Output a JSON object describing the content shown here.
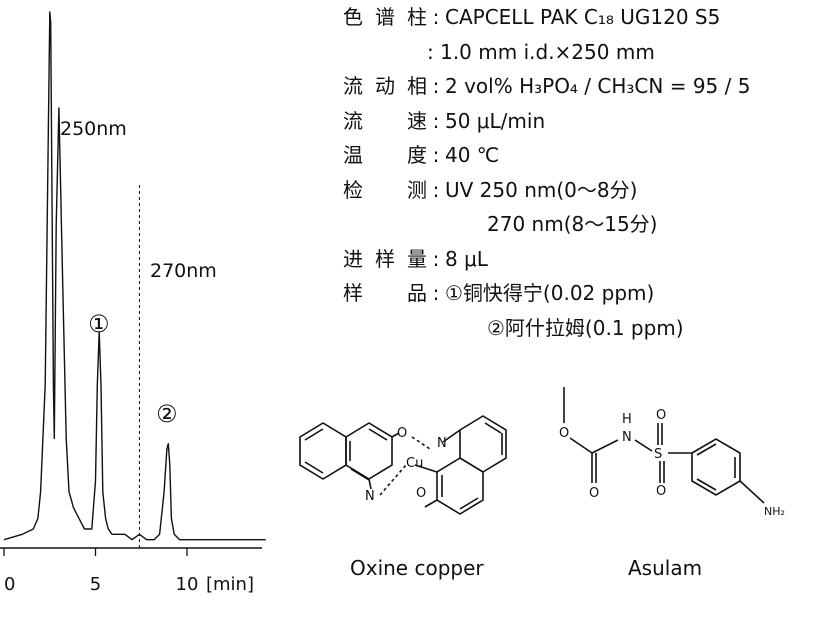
{
  "chart_data": {
    "type": "line",
    "title": "",
    "xlabel": "[min]",
    "ylabel": "",
    "xlim": [
      0,
      14.3
    ],
    "x_ticks": [
      "0",
      "5",
      "10"
    ],
    "grid": false,
    "series": [
      {
        "name": "",
        "x": [
          0,
          1.0,
          1.6,
          1.85,
          2.0,
          2.25,
          2.5,
          2.55,
          2.7,
          2.75,
          2.85,
          3.0,
          3.2,
          3.4,
          3.55,
          3.8,
          4.1,
          4.4,
          4.8,
          5.0,
          5.1,
          5.2,
          5.3,
          5.4,
          5.55,
          5.7,
          5.9,
          6.2,
          6.6,
          7.0,
          7.4,
          7.8,
          8.2,
          8.5,
          8.75,
          8.9,
          8.98,
          9.06,
          9.15,
          9.3,
          9.6,
          10.2,
          11.0,
          12.0,
          13.0,
          14.3
        ],
        "y": [
          1,
          2,
          3,
          5,
          10,
          30,
          100,
          98,
          30,
          20,
          60,
          82,
          50,
          20,
          10,
          7,
          5,
          3,
          3,
          12,
          30,
          40,
          30,
          10,
          5,
          3,
          2,
          2,
          2,
          1,
          2,
          1,
          1,
          2,
          10,
          18,
          19,
          15,
          5,
          2,
          1,
          1,
          1,
          1,
          1,
          1
        ]
      }
    ],
    "annotations": [
      "250nm",
      "270nm",
      "①",
      "②"
    ]
  },
  "conditions": [
    {
      "label": "色谱柱",
      "value": "CAPCELL PAK  C₁₈ UG120 S5"
    },
    {
      "label": "",
      "value": ": 1.0 mm i.d.×250 mm"
    },
    {
      "label": "流动相",
      "value": "2 vol% H₃PO₄ / CH₃CN = 95 / 5"
    },
    {
      "label": "流速",
      "value": "50 μL/min"
    },
    {
      "label": "温度",
      "value": "40 ℃"
    },
    {
      "label": "检测",
      "value": "UV 250 nm(0～8分)"
    },
    {
      "label": "",
      "value": "270 nm(8～15分)"
    },
    {
      "label": "进样量",
      "value": "8 μL"
    },
    {
      "label": "样品",
      "value": "①铜快得宁(0.02 ppm)"
    },
    {
      "label": "",
      "value": "②阿什拉姆(0.1 ppm)"
    }
  ],
  "structures": {
    "oxine": {
      "name": "Oxine copper",
      "atom_O": "O",
      "atom_N": "N",
      "atom_Cu": "Cu"
    },
    "asulam": {
      "name": "Asulam",
      "atom_O": "O",
      "atom_N": "N",
      "atom_H": "H",
      "atom_S": "S",
      "atom_NH2": "NH₂"
    }
  }
}
